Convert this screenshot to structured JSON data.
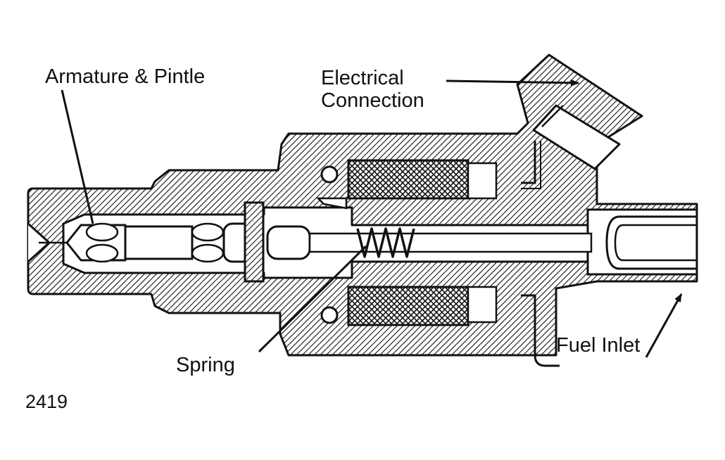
{
  "labels": {
    "armature_pintle": "Armature & Pintle",
    "electrical_line1": "Electrical",
    "electrical_line2": "Connection",
    "spring": "Spring",
    "fuel_inlet": "Fuel Inlet"
  },
  "figure_number": "2419"
}
